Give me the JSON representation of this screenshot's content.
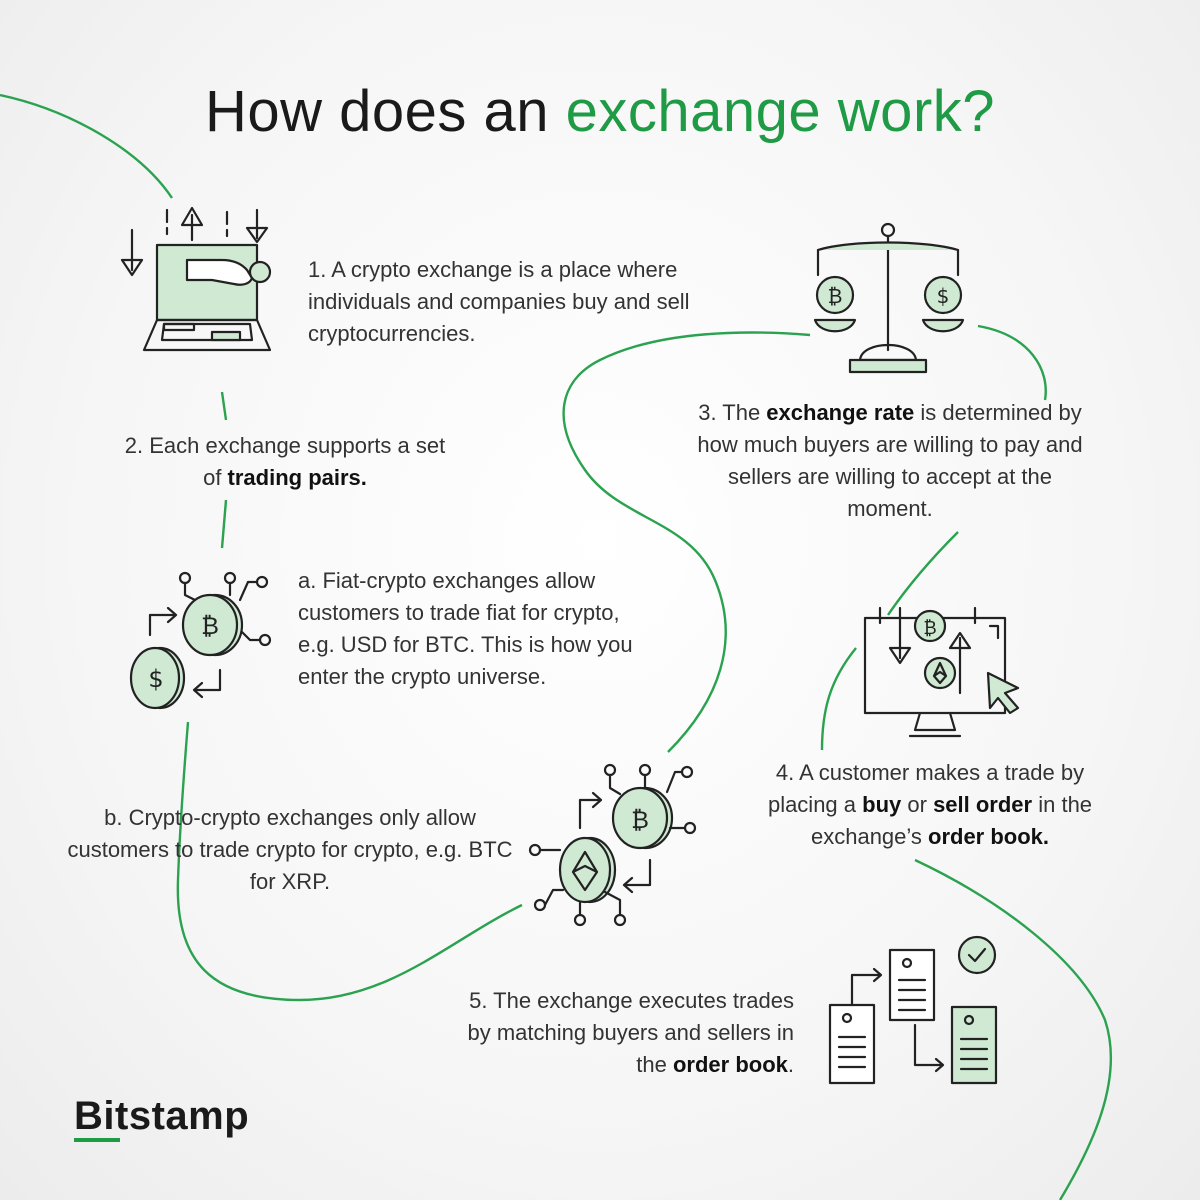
{
  "title": {
    "prefix": "How does an",
    "highlight": "exchange work?"
  },
  "steps": {
    "s1": {
      "text": "1. A crypto exchange is a place where individuals and companies buy and sell cryptocurrencies."
    },
    "s2": {
      "before": "2. Each exchange supports a set of ",
      "bold": "trading pairs."
    },
    "sa": {
      "text": "a. Fiat-crypto exchanges allow customers to trade fiat for crypto, e.g. USD for BTC. This is how you enter the crypto universe."
    },
    "sb": {
      "text": "b. Crypto-crypto exchanges only allow customers to trade crypto for crypto, e.g. BTC for XRP."
    },
    "s3": {
      "before": "3. The ",
      "bold": "exchange rate",
      "after": " is determined by how much buyers are willing to pay and sellers are willing to accept at the moment."
    },
    "s4": {
      "p1": "4. A customer makes a trade by placing a ",
      "b1": "buy",
      "p2": " or ",
      "b2": "sell order",
      "p3": " in the exchange’s ",
      "b3": "order book."
    },
    "s5": {
      "before": "5. The exchange executes trades by matching buyers and sellers in the ",
      "bold": "order book",
      "after": "."
    }
  },
  "icons": {
    "i1": "laptop-with-hand-and-arrows-icon",
    "i2": "scales-bitcoin-dollar-icon",
    "i3": "bitcoin-dollar-exchange-icon",
    "i4": "monitor-bitcoin-ethereum-cursor-icon",
    "i5": "bitcoin-ethereum-exchange-icon",
    "i6": "order-matching-documents-icon"
  },
  "brand": {
    "logo": "Bitstamp"
  },
  "colors": {
    "accent": "#1f9a45",
    "icon_fill": "#cfe9d3",
    "line": "#222222"
  }
}
